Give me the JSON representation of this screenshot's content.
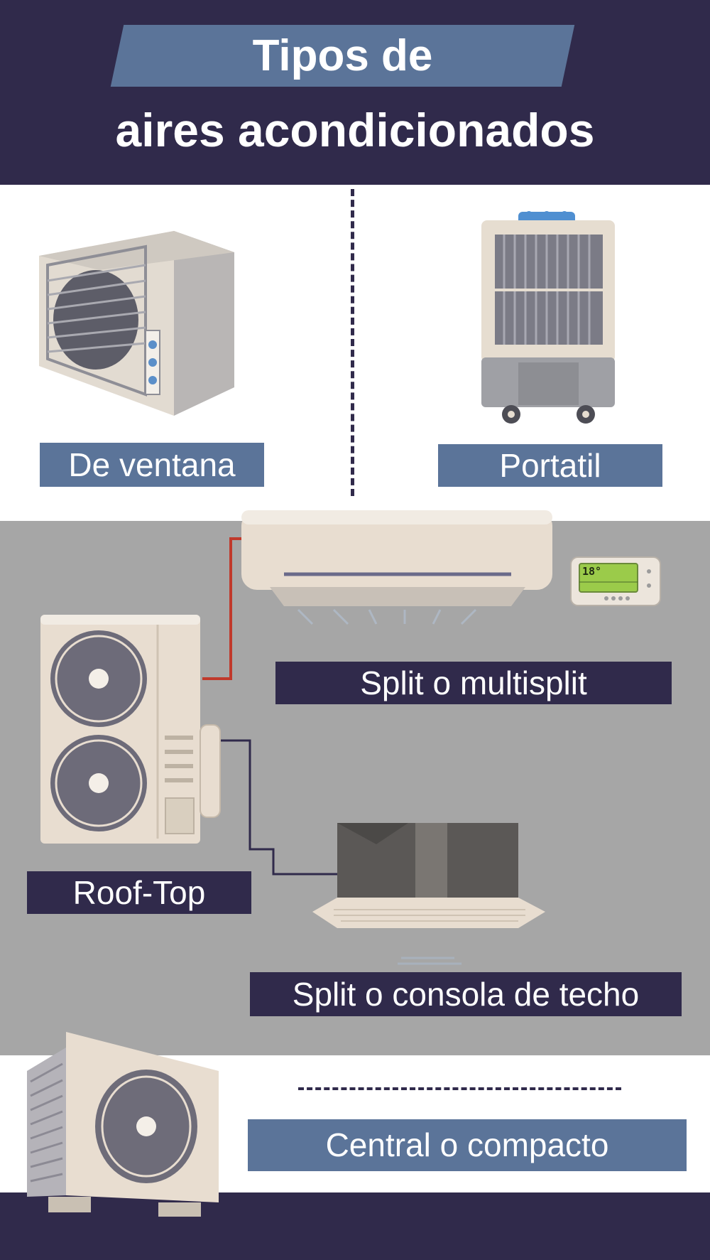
{
  "title": {
    "line1": "Tipos de",
    "line2": "aires acondicionados"
  },
  "types": {
    "ventana": "De ventana",
    "portatil": "Portatil",
    "split": "Split o multisplit",
    "rooftop": "Roof-Top",
    "techo": "Split o consola de techo",
    "central": "Central o compacto"
  },
  "thermostat": {
    "temperature": "18°"
  },
  "colors": {
    "navy": "#302a4b",
    "steel_blue": "#5b7499",
    "grey": "#a6a6a6",
    "beige": "#e6ddd0"
  }
}
